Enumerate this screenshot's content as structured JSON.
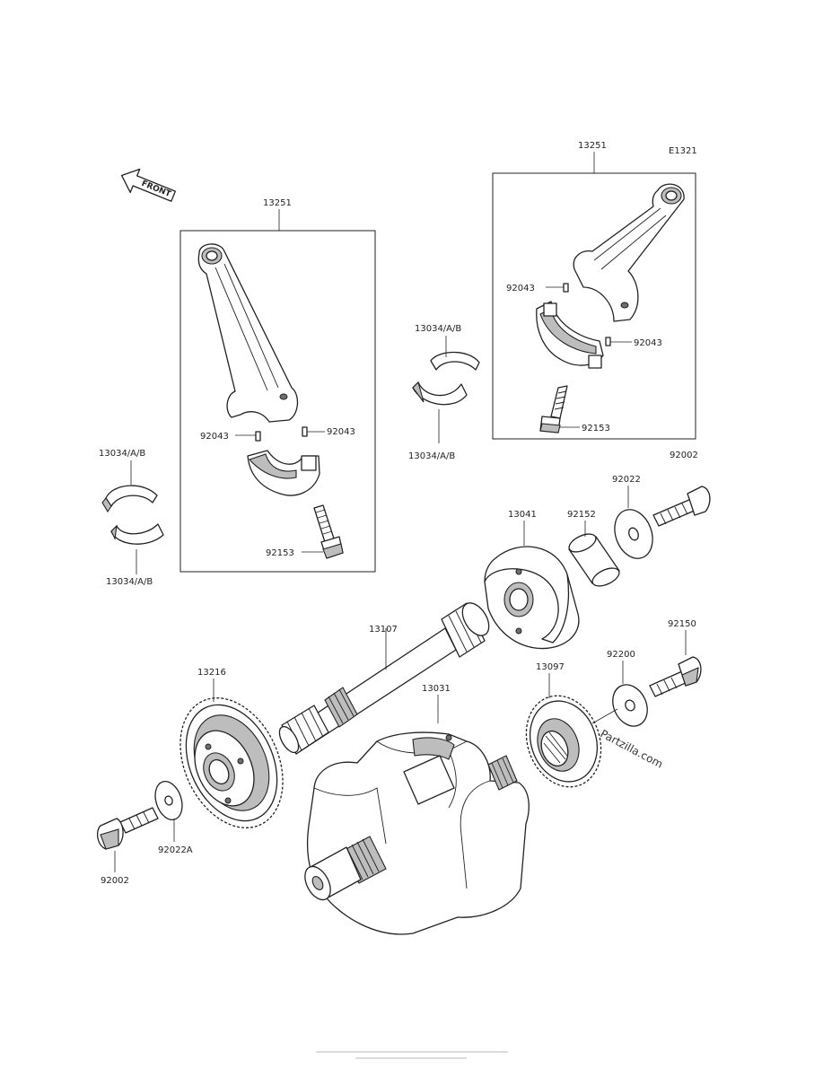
{
  "diagram": {
    "code": "E1321",
    "front_arrow_label": "FRONT",
    "watermark": "Partzilla.com",
    "footer_text": "",
    "parts": {
      "p13251_left": "13251",
      "p13251_right": "13251",
      "p92043_l1": "92043",
      "p92043_l2": "92043",
      "p92043_r1": "92043",
      "p92043_r2": "92043",
      "p92153_left": "92153",
      "p92153_right": "92153",
      "p13034_a": "13034/A/B",
      "p13034_b": "13034/A/B",
      "p13034_c": "13034/A/B",
      "p13034_d": "13034/A/B",
      "p92002_top": "92002",
      "p92002_bottom": "92002",
      "p92022": "92022",
      "p92022A": "92022A",
      "p13041": "13041",
      "p92152": "92152",
      "p13107": "13107",
      "p13216": "13216",
      "p13097": "13097",
      "p13031": "13031",
      "p92200": "92200",
      "p92150": "92150"
    }
  }
}
